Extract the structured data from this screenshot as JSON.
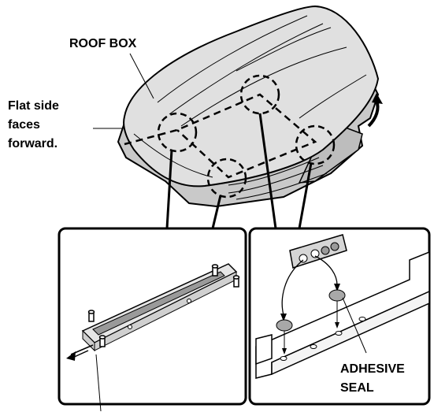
{
  "labels": {
    "roof_box": "ROOF BOX",
    "flat_side": [
      "Flat side",
      "faces",
      "forward."
    ],
    "adhesive_seal": [
      "ADHESIVE",
      "SEAL"
    ]
  },
  "colors": {
    "ink": "#000000",
    "paper": "#ffffff",
    "body_gray": "#d9d9d9",
    "shade_gray": "#b8b8b8",
    "seal_gray": "#a8a8a8"
  }
}
